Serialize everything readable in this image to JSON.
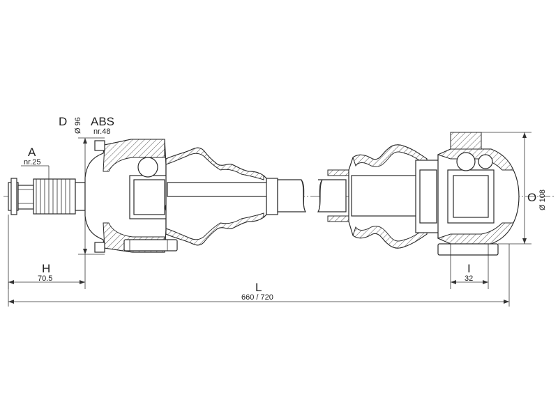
{
  "labels": {
    "a_letter": "A",
    "a_value": "nr.25",
    "d_letter": "D",
    "d_value": "Ø 96",
    "abs_letter": "ABS",
    "abs_value": "nr.48",
    "h_letter": "H",
    "h_value": "70.5",
    "l_letter": "L",
    "l_value": "660 / 720",
    "i_letter": "I",
    "i_value": "32",
    "o_letter": "O",
    "o_value": "Ø 108"
  }
}
